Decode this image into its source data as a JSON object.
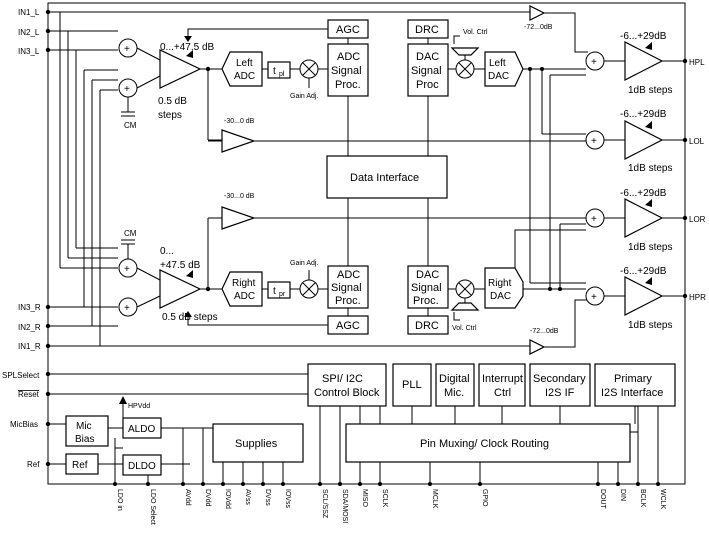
{
  "inputs": {
    "in1_l": "IN1_L",
    "in2_l": "IN2_L",
    "in3_l": "IN3_L",
    "in3_r": "IN3_R",
    "in2_r": "IN2_R",
    "in1_r": "IN1_R",
    "spl_select": "SPLSelect",
    "reset": "Reset",
    "micbias": "MicBias",
    "ref": "Ref"
  },
  "outputs": {
    "hpl": "HPL",
    "lol": "LOL",
    "lor": "LOR",
    "hpr": "HPR"
  },
  "left_path": {
    "pga_gain": "0...+47.5 dB",
    "pga_step1": "0.5 dB",
    "pga_step2": "steps",
    "cm": "CM",
    "adc_line1": "Left",
    "adc_line2": "ADC",
    "tpl": "t",
    "tpl_sub": "pl",
    "gain_adj": "Gain Adj.",
    "adc_proc": [
      "ADC",
      "Signal",
      "Proc."
    ],
    "agc": "AGC",
    "drc": "DRC",
    "vol_ctrl": "Vol. Ctrl",
    "dac_proc": [
      "DAC",
      "Signal",
      "Proc"
    ],
    "dac_line1": "Left",
    "dac_line2": "DAC",
    "bypass_gain": "-72...0dB",
    "lo_gain": "-30...0 dB"
  },
  "right_path": {
    "pga_gain1": "0...",
    "pga_gain2": "+47.5 dB",
    "pga_steps": "0.5 dB steps",
    "cm": "CM",
    "adc_line1": "Right",
    "adc_line2": "ADC",
    "tpr": "t",
    "tpr_sub": "pr",
    "gain_adj": "Gain Adj.",
    "adc_proc": [
      "ADC",
      "Signal",
      "Proc."
    ],
    "agc": "AGC",
    "drc": "DRC",
    "vol_ctrl": "Vol. Ctrl",
    "dac_proc": [
      "DAC",
      "Signal",
      "Proc."
    ],
    "dac_line1": "Right",
    "dac_line2": "DAC",
    "bypass_gain": "-72...0dB",
    "lo_gain": "-30...0 dB"
  },
  "out_drivers": {
    "gain": "-6...+29dB",
    "steps": "1dB steps"
  },
  "data_interface": "Data Interface",
  "blocks": {
    "spi_line1": "SPI/ I2C",
    "spi_line2": "Control Block",
    "pll": "PLL",
    "dmic_line1": "Digital",
    "dmic_line2": "Mic.",
    "irq_line1": "Interrupt",
    "irq_line2": "Ctrl",
    "sec_line1": "Secondary",
    "sec_line2": "I2S IF",
    "pri_line1": "Primary",
    "pri_line2": "I2S Interface",
    "hpvdd": "HPVdd",
    "mic_line1": "Mic",
    "mic_line2": "Bias",
    "aldo": "ALDO",
    "dldo": "DLDO",
    "ref": "Ref",
    "supplies": "Supplies",
    "pin_mux": "Pin Muxing/ Clock Routing"
  },
  "pins": [
    "LDO in",
    "LDO Select",
    "AVdd",
    "DVdd",
    "IOVdd",
    "AVss",
    "DVss",
    "IOVss",
    "SCL/SSZ",
    "SDA/MOSI",
    "MISO",
    "SCLK",
    "MCLK",
    "GPIO",
    "DOUT",
    "DIN",
    "BCLK",
    "WCLK"
  ]
}
